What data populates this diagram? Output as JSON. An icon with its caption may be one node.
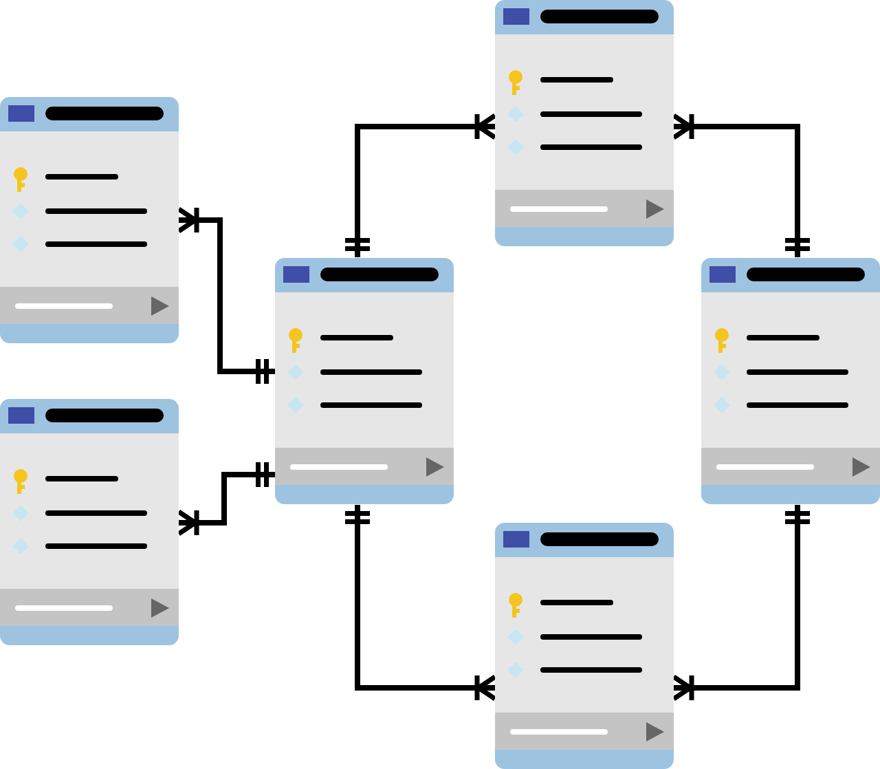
{
  "diagram": {
    "nodes": [
      {
        "text": [],
        "shape": "box"
      },
      {
        "text": [],
        "shape": "box"
      },
      {
        "text": [],
        "shape": "box"
      },
      {
        "text": [],
        "shape": "box"
      },
      {
        "text": [],
        "shape": "box"
      },
      {
        "text": [],
        "shape": "box"
      }
    ],
    "edges": [
      {
        "from": 2,
        "to": 0,
        "arrow": "other"
      },
      {
        "from": 2,
        "to": 1,
        "arrow": "other"
      },
      {
        "from": 2,
        "to": 3,
        "arrow": "other"
      },
      {
        "from": 4,
        "to": 3,
        "arrow": "other"
      },
      {
        "from": 2,
        "to": 5,
        "arrow": "other"
      },
      {
        "from": 4,
        "to": 5,
        "arrow": "other"
      }
    ]
  }
}
